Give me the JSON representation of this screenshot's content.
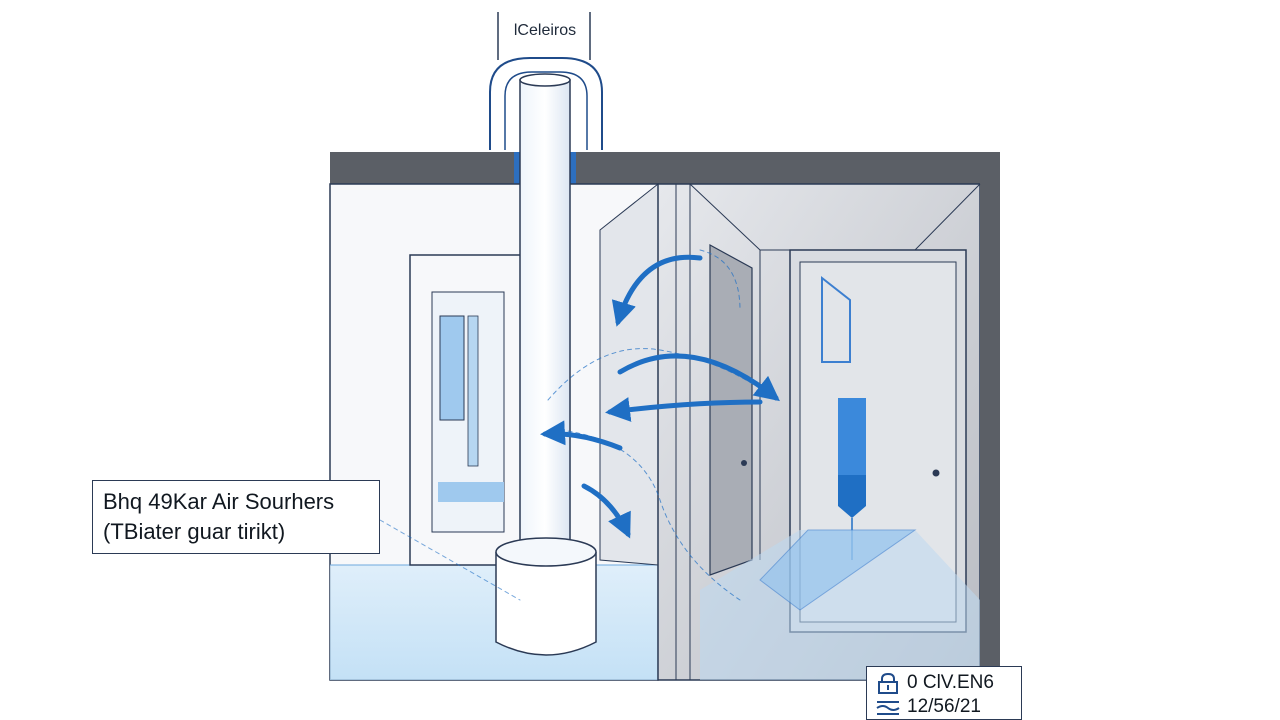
{
  "vent_label": "lCeleiros",
  "callout": {
    "line1": "Bhq 49Kar Air Sourhers",
    "line2": "(TBiater guar tirikt)"
  },
  "badge": {
    "code": "0 ClV.EN6",
    "number": "12/56/21",
    "icon_top": "lock-icon",
    "icon_bottom": "wave-lines-icon"
  },
  "colors": {
    "outline": "#2b3a55",
    "accent_blue": "#1f6fc4",
    "light_blue": "#cfe6f8",
    "roof": "#5b5f66",
    "wall_grey": "#c9ccd2"
  }
}
